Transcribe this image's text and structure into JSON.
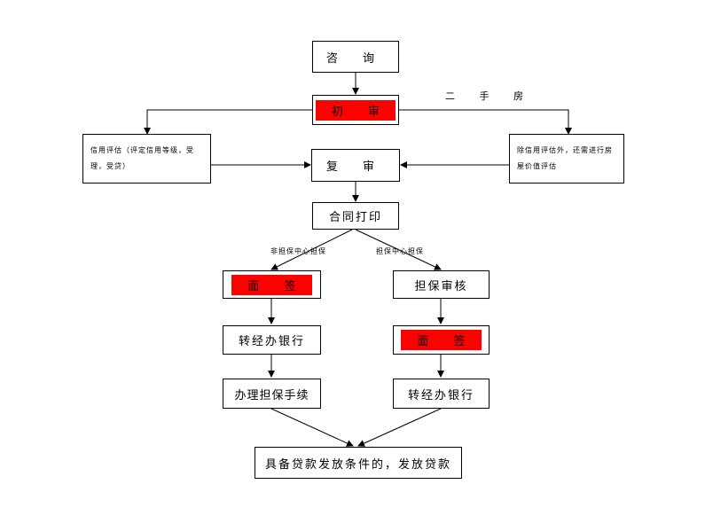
{
  "nodes": {
    "consult": "咨 询",
    "initial_review": "初 审",
    "credit_eval_left": "信用评估（评定信用等级，受理，受贷）",
    "credit_eval_right": "除信用评估外，还需进行房屋价值评估",
    "re_review": "复 审",
    "contract_print": "合同打印",
    "sign_left": "面 签",
    "guarantee_review": "担保审核",
    "transfer_bank_left": "转经办银行",
    "sign_right": "面 签",
    "guarantee_procedure": "办理担保手续",
    "transfer_bank_right": "转经办银行",
    "final": "具备贷款发放条件的，发放贷款"
  },
  "labels": {
    "second_hand": "二 手 房",
    "non_guarantee_center": "非担保中心担保",
    "guarantee_center": "担保中心担保"
  },
  "colors": {
    "highlight": "#ff0000",
    "line": "#000000"
  }
}
